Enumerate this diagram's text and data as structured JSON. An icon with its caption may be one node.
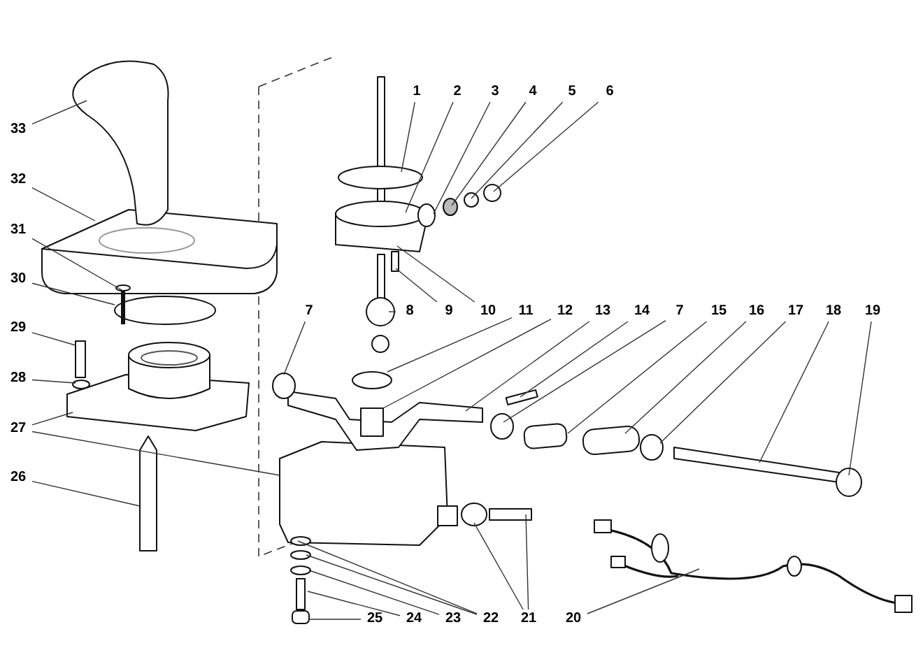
{
  "diagram": {
    "nodes": [
      {
        "text": [
          "1"
        ]
      },
      {
        "text": [
          "2"
        ]
      },
      {
        "text": [
          "3"
        ]
      },
      {
        "text": [
          "4"
        ]
      },
      {
        "text": [
          "5"
        ]
      },
      {
        "text": [
          "6"
        ]
      },
      {
        "text": [
          "33"
        ]
      },
      {
        "text": [
          "32"
        ]
      },
      {
        "text": [
          "31"
        ]
      },
      {
        "text": [
          "30"
        ]
      },
      {
        "text": [
          "7"
        ]
      },
      {
        "text": [
          "8"
        ]
      },
      {
        "text": [
          "9"
        ]
      },
      {
        "text": [
          "10"
        ]
      },
      {
        "text": [
          "11"
        ]
      },
      {
        "text": [
          "12"
        ]
      },
      {
        "text": [
          "13"
        ]
      },
      {
        "text": [
          "14"
        ]
      },
      {
        "text": [
          "7"
        ]
      },
      {
        "text": [
          "15"
        ]
      },
      {
        "text": [
          "16"
        ]
      },
      {
        "text": [
          "17"
        ]
      },
      {
        "text": [
          "18"
        ]
      },
      {
        "text": [
          "19"
        ]
      },
      {
        "text": [
          "29"
        ]
      },
      {
        "text": [
          "28"
        ]
      },
      {
        "text": [
          "27"
        ]
      },
      {
        "text": [
          "26"
        ]
      },
      {
        "text": [
          "25"
        ]
      },
      {
        "text": [
          "24"
        ]
      },
      {
        "text": [
          "23"
        ]
      },
      {
        "text": [
          "22"
        ]
      },
      {
        "text": [
          "21"
        ]
      },
      {
        "text": [
          "20"
        ]
      }
    ],
    "edges": [
      {
        "from": 0,
        "to": null,
        "arrow": "none"
      },
      {
        "from": 1,
        "to": null,
        "arrow": "none"
      },
      {
        "from": 2,
        "to": null,
        "arrow": "none"
      },
      {
        "from": 3,
        "to": null,
        "arrow": "none"
      },
      {
        "from": 4,
        "to": null,
        "arrow": "none"
      },
      {
        "from": 5,
        "to": null,
        "arrow": "none"
      },
      {
        "from": 6,
        "to": null,
        "arrow": "none"
      },
      {
        "from": 7,
        "to": null,
        "arrow": "none"
      },
      {
        "from": 8,
        "to": null,
        "arrow": "none"
      },
      {
        "from": 9,
        "to": null,
        "arrow": "none"
      },
      {
        "from": 10,
        "to": null,
        "arrow": "none"
      },
      {
        "from": 11,
        "to": null,
        "arrow": "none"
      },
      {
        "from": 12,
        "to": null,
        "arrow": "none"
      },
      {
        "from": 13,
        "to": null,
        "arrow": "none"
      },
      {
        "from": 14,
        "to": null,
        "arrow": "none"
      },
      {
        "from": 15,
        "to": null,
        "arrow": "none"
      },
      {
        "from": 16,
        "to": null,
        "arrow": "none"
      },
      {
        "from": 17,
        "to": null,
        "arrow": "none"
      },
      {
        "from": 18,
        "to": null,
        "arrow": "none"
      },
      {
        "from": 19,
        "to": null,
        "arrow": "none"
      },
      {
        "from": 20,
        "to": null,
        "arrow": "none"
      },
      {
        "from": 21,
        "to": null,
        "arrow": "none"
      },
      {
        "from": 22,
        "to": null,
        "arrow": "none"
      },
      {
        "from": 23,
        "to": null,
        "arrow": "none"
      },
      {
        "from": 24,
        "to": null,
        "arrow": "none"
      },
      {
        "from": 25,
        "to": null,
        "arrow": "none"
      },
      {
        "from": 26,
        "to": null,
        "arrow": "none"
      },
      {
        "from": 26,
        "to": null,
        "arrow": "none"
      },
      {
        "from": 27,
        "to": null,
        "arrow": "none"
      },
      {
        "from": 28,
        "to": null,
        "arrow": "none"
      },
      {
        "from": 29,
        "to": null,
        "arrow": "none"
      },
      {
        "from": 30,
        "to": null,
        "arrow": "none"
      },
      {
        "from": 31,
        "to": null,
        "arrow": "none"
      },
      {
        "from": 31,
        "to": null,
        "arrow": "none"
      },
      {
        "from": 32,
        "to": null,
        "arrow": "none"
      },
      {
        "from": 32,
        "to": null,
        "arrow": "none"
      },
      {
        "from": 33,
        "to": null,
        "arrow": "none"
      }
    ]
  }
}
